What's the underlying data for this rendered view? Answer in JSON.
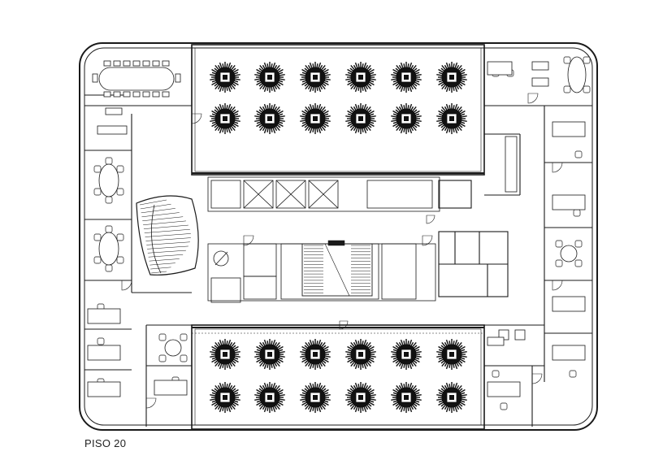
{
  "floor": {
    "label": "PISO 20"
  },
  "plan": {
    "line_color": "#1a1a1a",
    "fill_dark": "#111111",
    "planter_rows": 4,
    "planters_per_row": 6
  }
}
